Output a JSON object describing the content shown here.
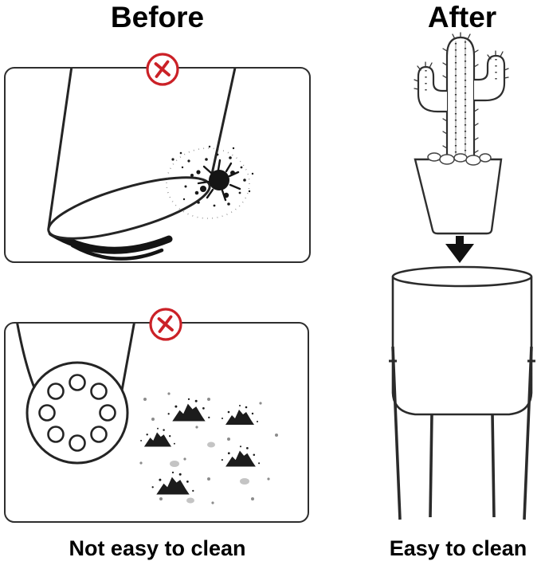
{
  "before": {
    "title": "Before",
    "caption": "Not easy to clean"
  },
  "after": {
    "title": "After",
    "caption": "Easy to clean"
  },
  "icons": {
    "prohibited": "red-circle-cross",
    "arrow_down": "solid-black-down-arrow"
  },
  "colors": {
    "prohibited_red": "#cb2127",
    "line": "#1e1e1e",
    "background": "#ffffff",
    "panel_border": "#2e2e2e"
  }
}
